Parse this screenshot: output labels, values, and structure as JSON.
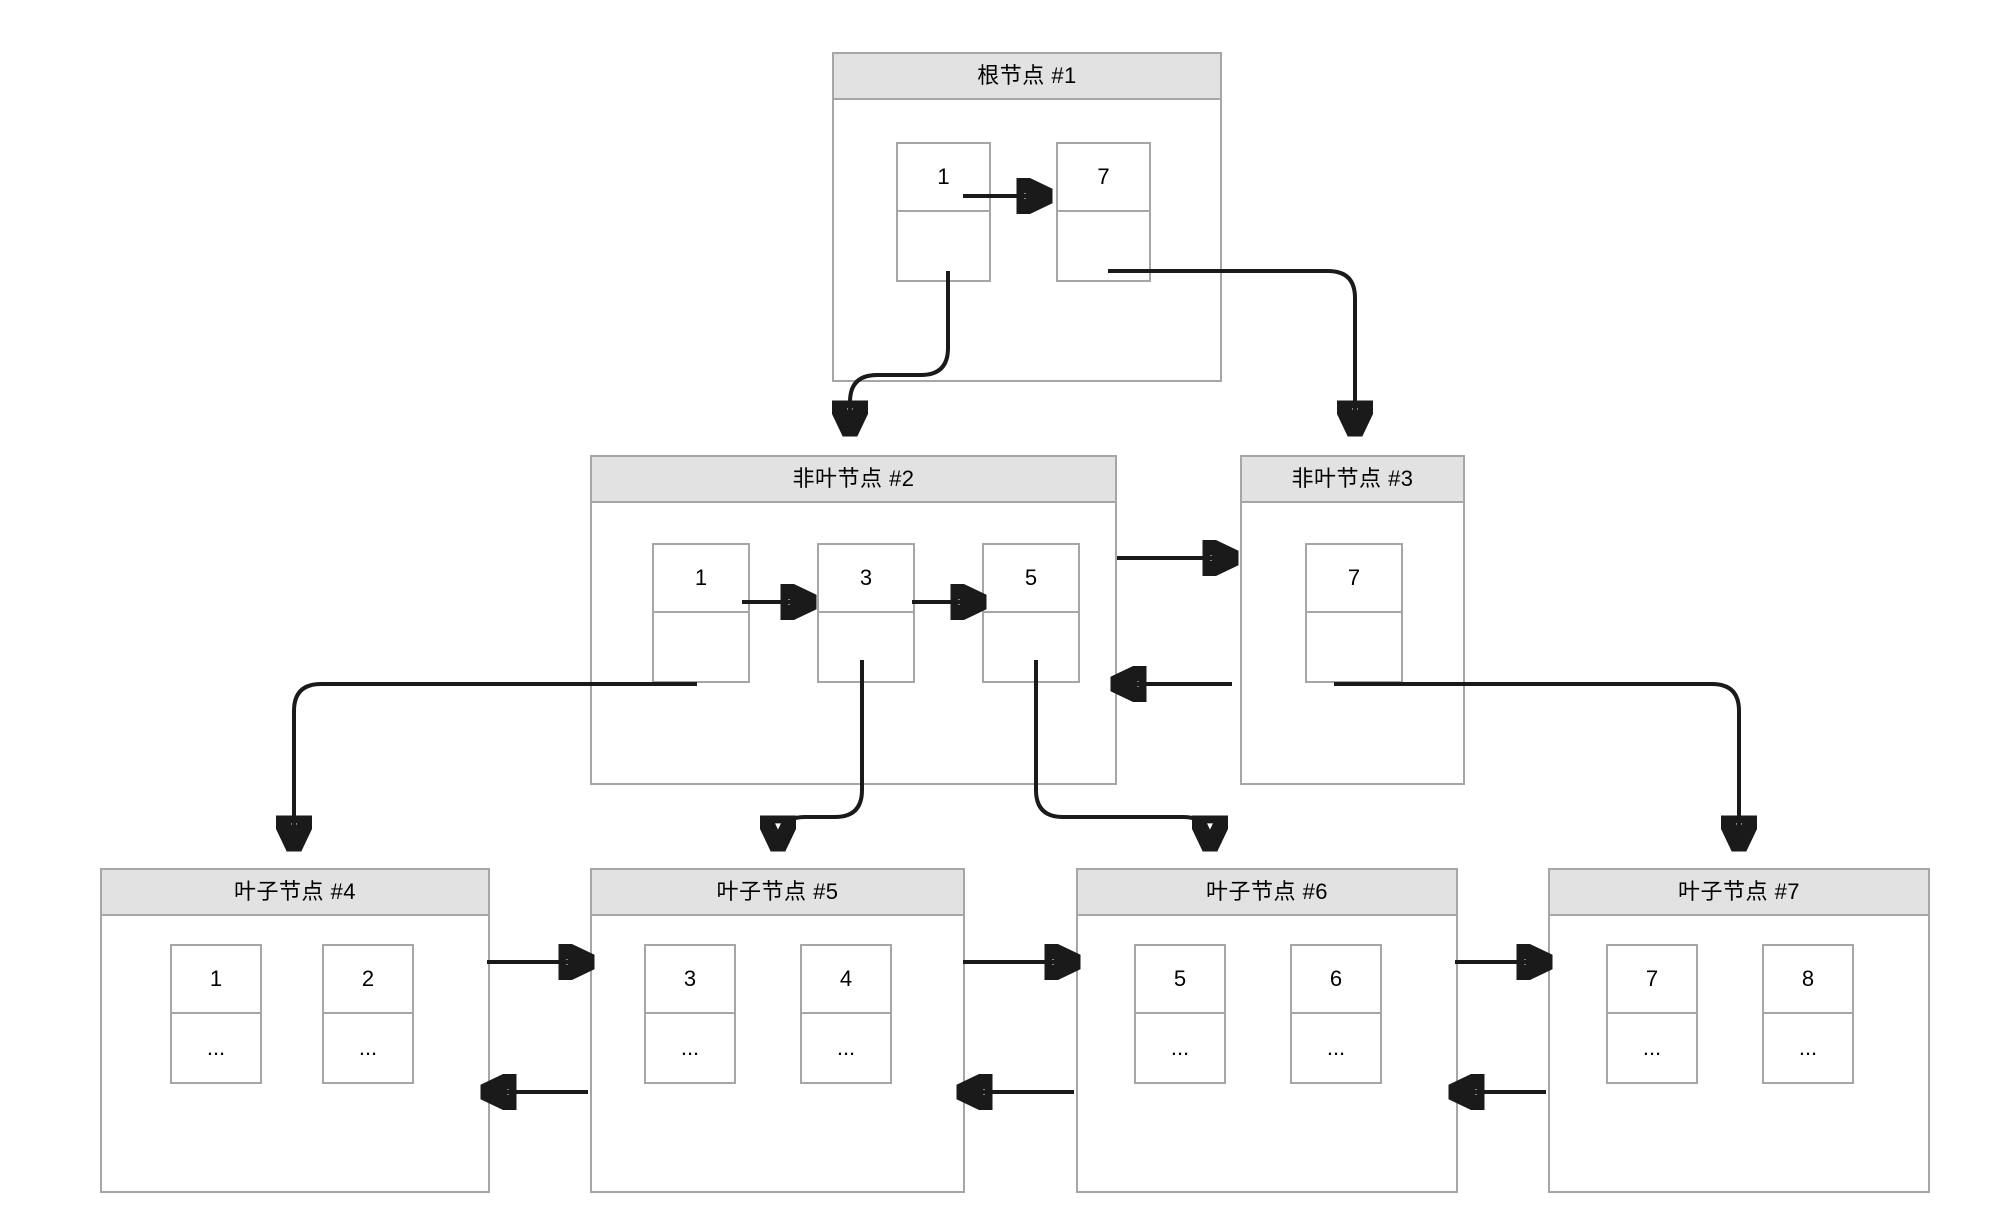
{
  "diagram": {
    "title_semantics": "b-plus-tree-structure",
    "colors": {
      "node_border": "#a6a6a6",
      "header_fill": "#e2e2e2",
      "cell_border": "#a6a6a6",
      "connector": "#1a1a1a",
      "background": "#ffffff"
    },
    "ellipsis": "..."
  },
  "nodes": {
    "root": {
      "label": "根节点 #1",
      "cells": [
        {
          "key": "1",
          "ptr": ""
        },
        {
          "key": "7",
          "ptr": ""
        }
      ]
    },
    "internal_2": {
      "label": "非叶节点 #2",
      "cells": [
        {
          "key": "1",
          "ptr": ""
        },
        {
          "key": "3",
          "ptr": ""
        },
        {
          "key": "5",
          "ptr": ""
        }
      ]
    },
    "internal_3": {
      "label": "非叶节点 #3",
      "cells": [
        {
          "key": "7",
          "ptr": ""
        }
      ]
    },
    "leaf_4": {
      "label": "叶子节点 #4",
      "cells": [
        {
          "key": "1",
          "ptr": "..."
        },
        {
          "key": "2",
          "ptr": "..."
        }
      ]
    },
    "leaf_5": {
      "label": "叶子节点 #5",
      "cells": [
        {
          "key": "3",
          "ptr": "..."
        },
        {
          "key": "4",
          "ptr": "..."
        }
      ]
    },
    "leaf_6": {
      "label": "叶子节点 #6",
      "cells": [
        {
          "key": "5",
          "ptr": "..."
        },
        {
          "key": "6",
          "ptr": "..."
        }
      ]
    },
    "leaf_7": {
      "label": "叶子节点 #7",
      "cells": [
        {
          "key": "7",
          "ptr": "..."
        },
        {
          "key": "8",
          "ptr": "..."
        }
      ]
    }
  }
}
